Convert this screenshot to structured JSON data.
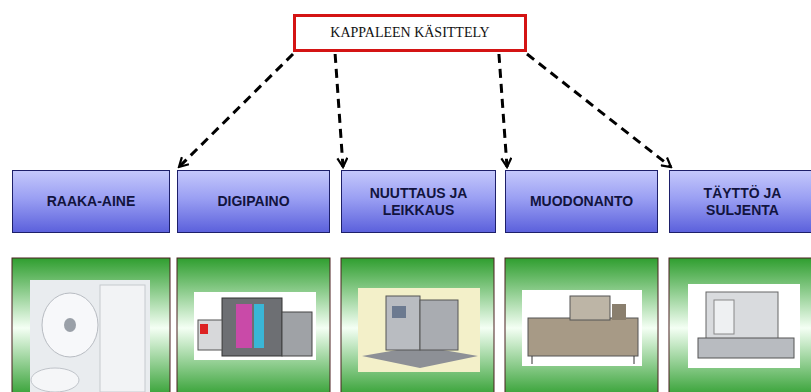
{
  "diagram": {
    "nodes": [
      {
        "text": [
          "KAPPALEEN KÄSITTELY"
        ]
      },
      {
        "text": [
          "RAAKA-AINE"
        ]
      },
      {
        "text": [
          "DIGIPAINO"
        ]
      },
      {
        "text": [
          "NUUTTAUS JA LEIKKAUS"
        ]
      },
      {
        "text": [
          "MUODONANTO"
        ]
      },
      {
        "text": [
          "TÄYTTÖ JA SULJENTA"
        ]
      }
    ],
    "edges": [
      {
        "from": 0,
        "to": 2,
        "arrow": "to"
      },
      {
        "from": 0,
        "to": 3,
        "arrow": "to"
      },
      {
        "from": 0,
        "to": 4,
        "arrow": "to"
      },
      {
        "from": 0,
        "to": 5,
        "arrow": "to"
      }
    ]
  }
}
